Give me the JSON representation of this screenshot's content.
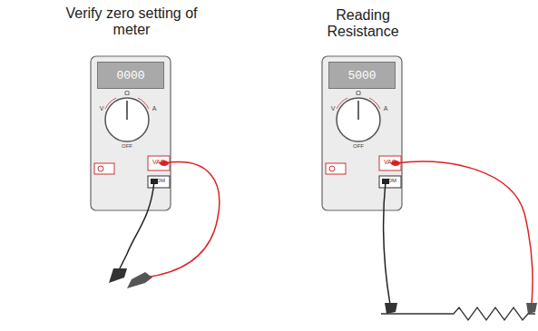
{
  "diagram": {
    "nodes": [
      {
        "text": [
          "0000"
        ]
      },
      {
        "text": [
          "5000"
        ]
      }
    ],
    "labels": [
      "Verify zero setting of meter",
      "Reading Resistance",
      "Ω",
      "V",
      "A",
      "OFF",
      "VAΩ",
      "COM",
      "Ω",
      "V",
      "A",
      "OFF",
      "VAΩ",
      "COM"
    ]
  }
}
